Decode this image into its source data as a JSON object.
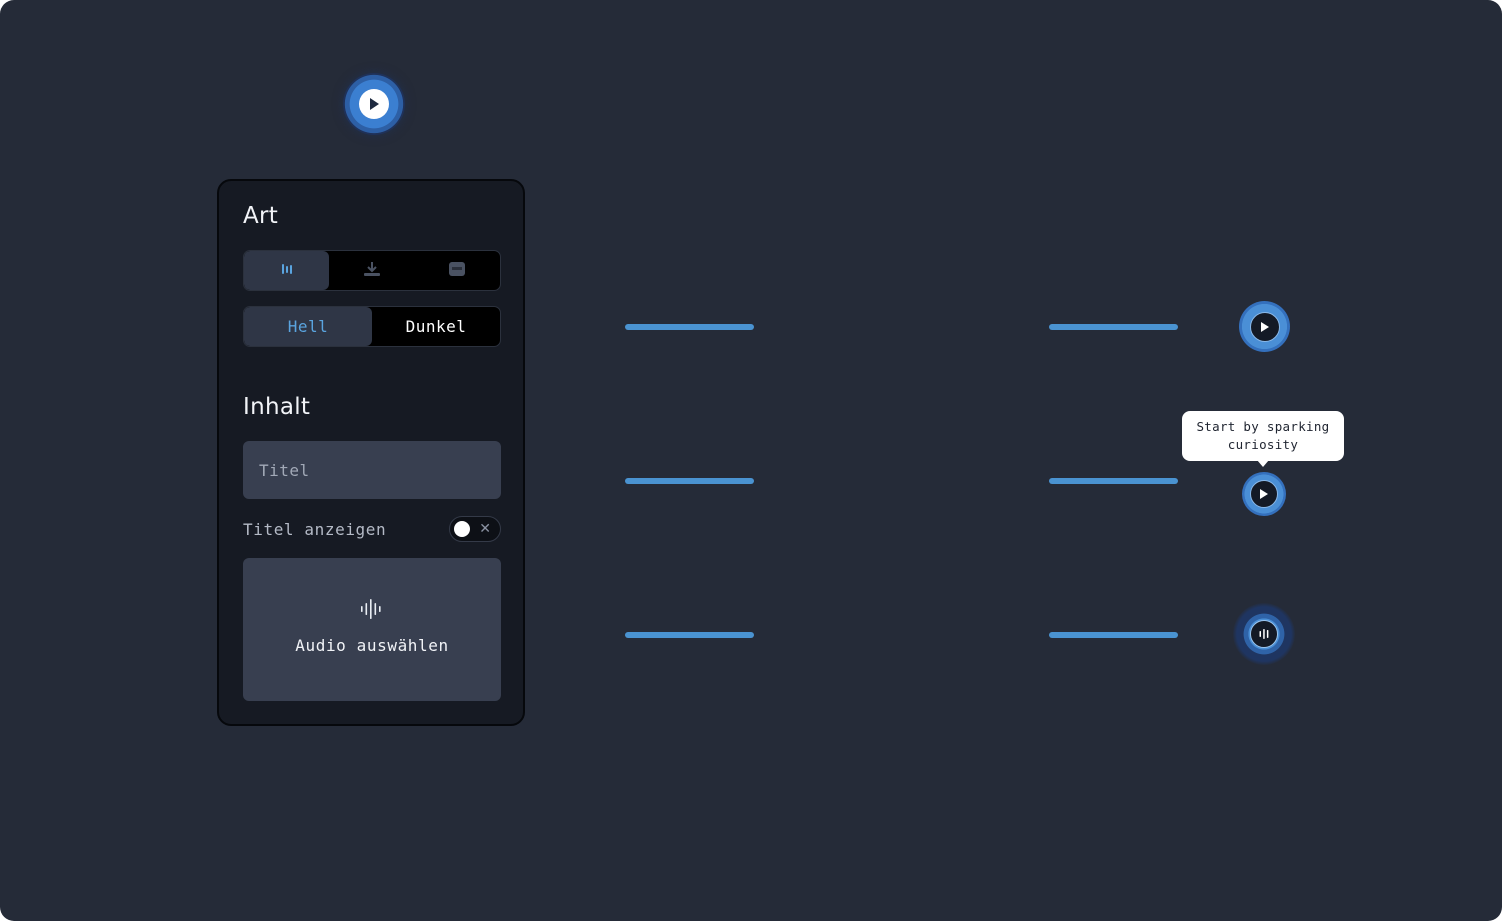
{
  "panel": {
    "section_art": "Art",
    "type_options": [
      {
        "icon": "audio-waveform-icon",
        "active": true
      },
      {
        "icon": "download-icon",
        "active": false
      },
      {
        "icon": "card-icon",
        "active": false
      }
    ],
    "theme_options": [
      {
        "label": "Hell",
        "active": true
      },
      {
        "label": "Dunkel",
        "active": false
      }
    ],
    "section_content": "Inhalt",
    "title_input": {
      "placeholder": "Titel",
      "value": ""
    },
    "show_title": {
      "label": "Titel anzeigen",
      "enabled": false
    },
    "audio_select": {
      "label": "Audio auswählen",
      "icon": "audio-waveform-icon"
    }
  },
  "preview": {
    "tooltip": "Start by sparking curiosity",
    "buttons": [
      {
        "icon": "play-icon",
        "state": "default"
      },
      {
        "icon": "play-icon",
        "state": "hover-with-tooltip"
      },
      {
        "icon": "audio-waveform-icon",
        "state": "playing"
      }
    ],
    "top_button_icon": "play-icon"
  },
  "colors": {
    "accent": "#4a93d1",
    "background": "#252b38",
    "panel": "#161a23",
    "field": "#383f50"
  }
}
